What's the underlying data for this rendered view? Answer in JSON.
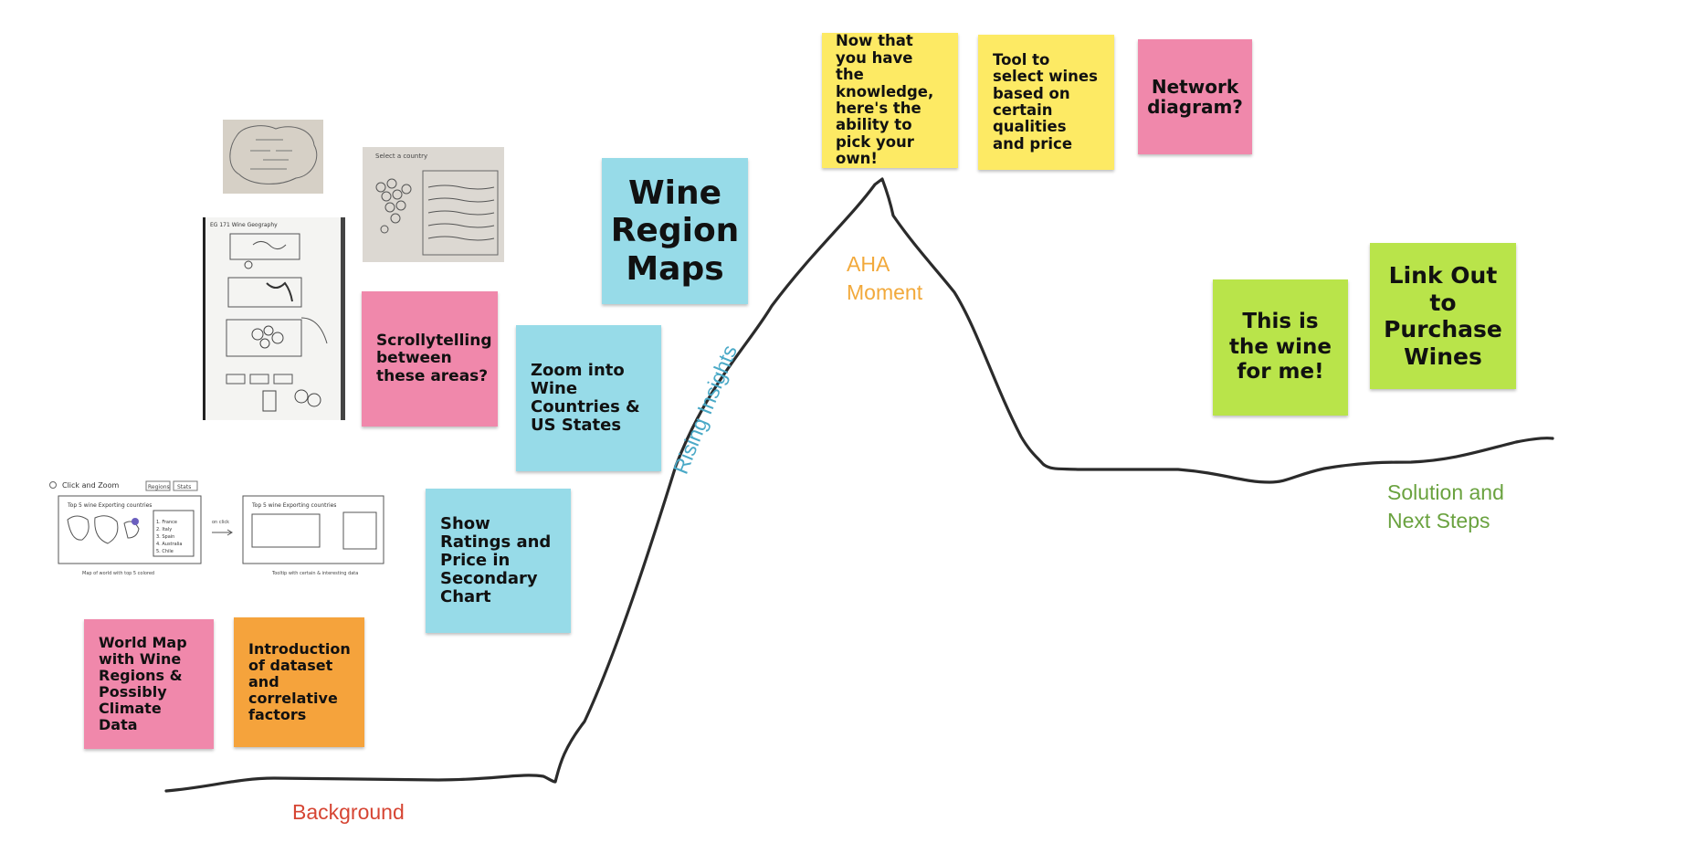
{
  "colors": {
    "pink": "#f088ab",
    "orange": "#f5a33c",
    "blue": "#97dbe8",
    "yellow": "#fdea64",
    "green": "#b9e44a",
    "background_label": "#d64533",
    "aha_label": "#f2a93b",
    "rising_label": "#4aa9c7",
    "solution_label": "#6aa23f",
    "curve": "#2b2b2b"
  },
  "labels": {
    "background": "Background",
    "rising": "Rising Insights",
    "aha": "AHA\nMoment",
    "solution": "Solution and\nNext Steps"
  },
  "notes": {
    "world_map": "World Map with Wine Regions & Possibly Climate Data",
    "intro_dataset": "Introduction of dataset and correlative factors",
    "scrollytelling": "Scrollytelling between these areas?",
    "zoom": "Zoom into Wine Countries & US States",
    "ratings": "Show Ratings and Price in Secondary Chart",
    "region_maps": "Wine Region Maps",
    "knowledge": "Now that you have the knowledge, here's the ability to pick your own!",
    "tool": "Tool to select wines based on certain qualities and price",
    "network": "Network diagram?",
    "this_wine": "This is the wine for me!",
    "link_out": "Link Out to Purchase Wines"
  },
  "sketches": {
    "sketch1_title": "EG 171 Wine Geography",
    "sketch4_title": "Select a country",
    "wireframe_title": "Click and Zoom",
    "wireframe_tab1": "Regions",
    "wireframe_tab2": "Stats",
    "wireframe_panel1_heading": "Top 5 wine Exporting countries",
    "wireframe_panel2_heading": "Top 5 wine Exporting countries",
    "wireframe_list": [
      "1. France",
      "2. Italy",
      "3. Spain",
      "4. Australia",
      "5. Chile"
    ],
    "wireframe_caption1": "Map of world with top 5 colored",
    "wireframe_caption2": "Tooltip with certain & interesting data",
    "wireframe_arrow_label": "on click"
  }
}
